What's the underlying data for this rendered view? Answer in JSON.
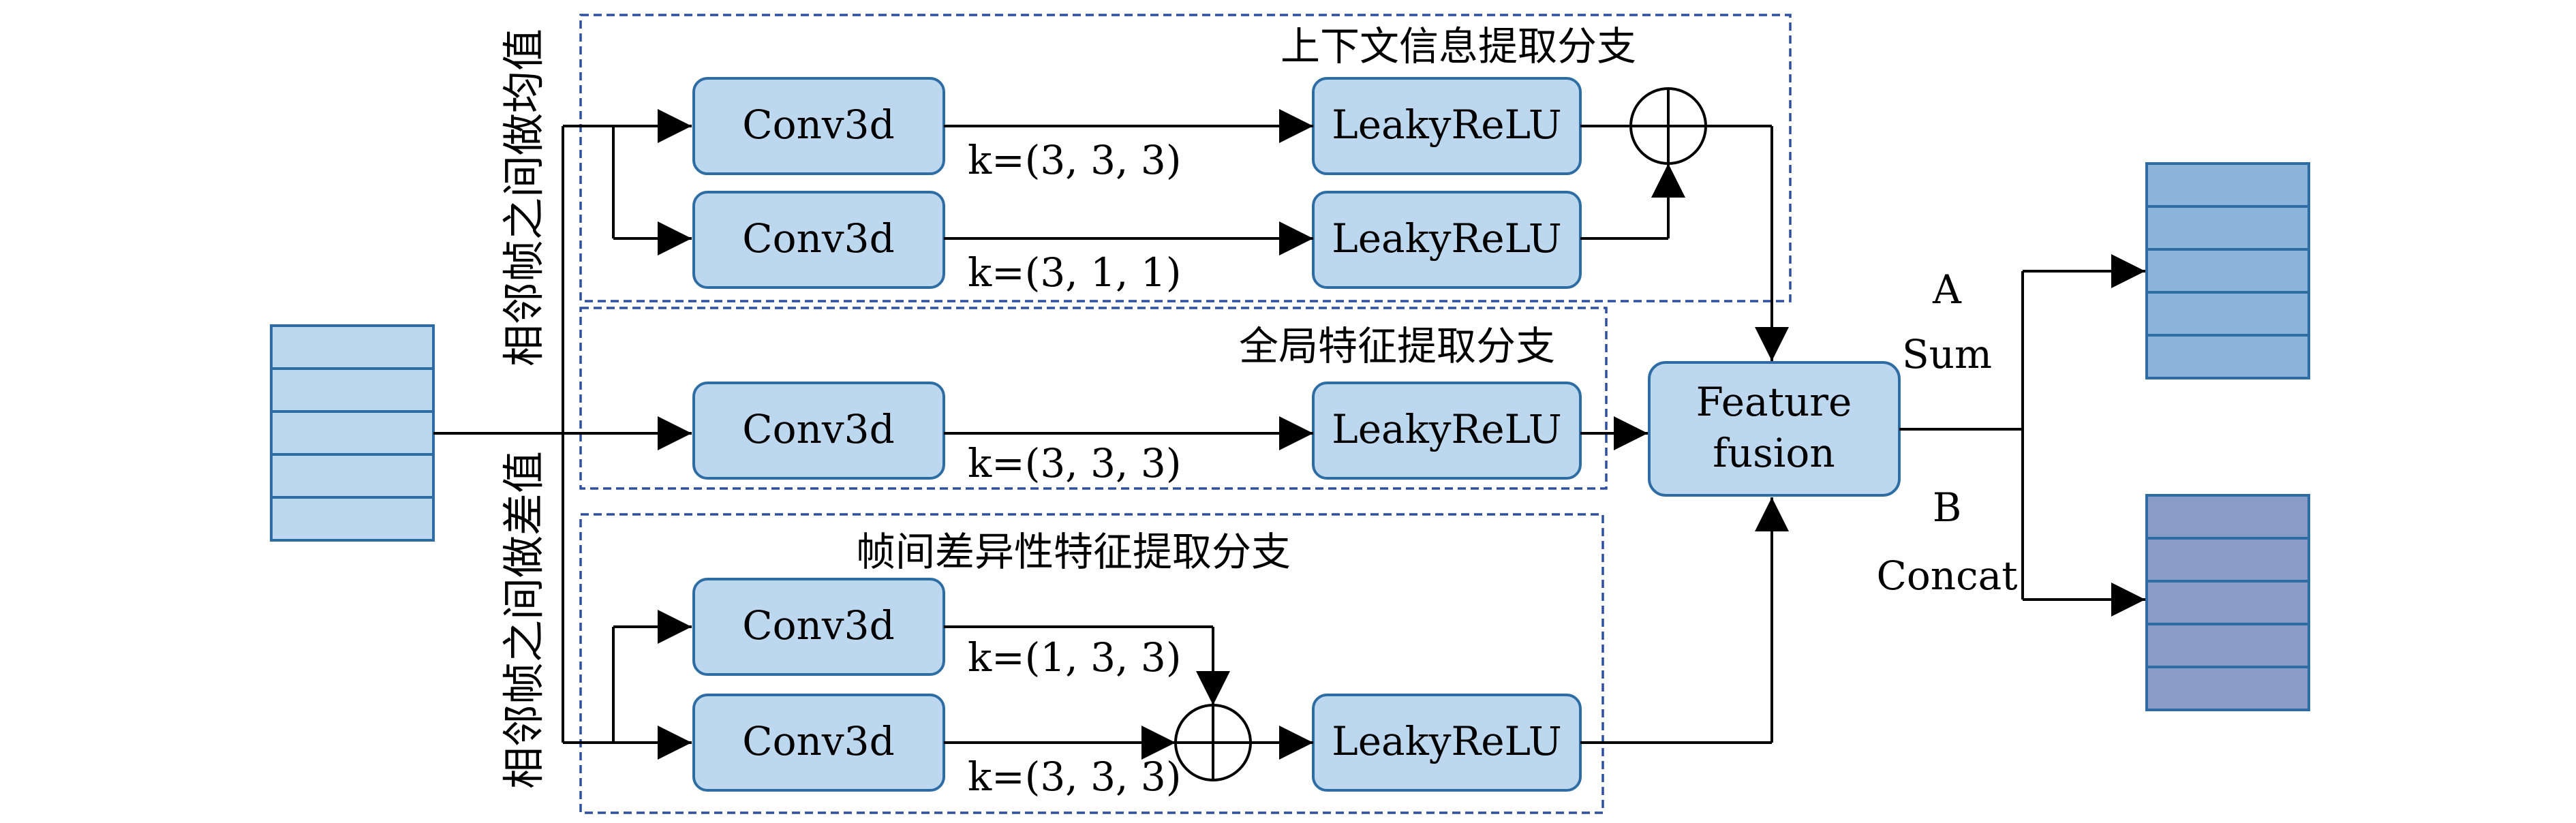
{
  "branches": {
    "context": "上下文信息提取分支",
    "global": "全局特征提取分支",
    "diff": "帧间差异性特征提取分支"
  },
  "side_labels": {
    "mean": "相邻帧之间做均值",
    "diff": "相邻帧之间做差值"
  },
  "blocks": {
    "conv": "Conv3d",
    "act": "LeakyReLU",
    "fusion_line1": "Feature",
    "fusion_line2": "fusion"
  },
  "kernels": {
    "k333": "k=(3, 3, 3)",
    "k311": "k=(3, 1, 1)",
    "k133": "k=(1, 3, 3)"
  },
  "outputs": {
    "a_letter": "A",
    "a_name": "Sum",
    "b_letter": "B",
    "b_name": "Concat"
  },
  "colors": {
    "block_fill": "#bdd7ee",
    "input_stack": "#bdd7ee",
    "sum_stack": "#8cb3d9",
    "concat_stack": "#8a9cc6",
    "branch_border": "#2f4f9f"
  }
}
